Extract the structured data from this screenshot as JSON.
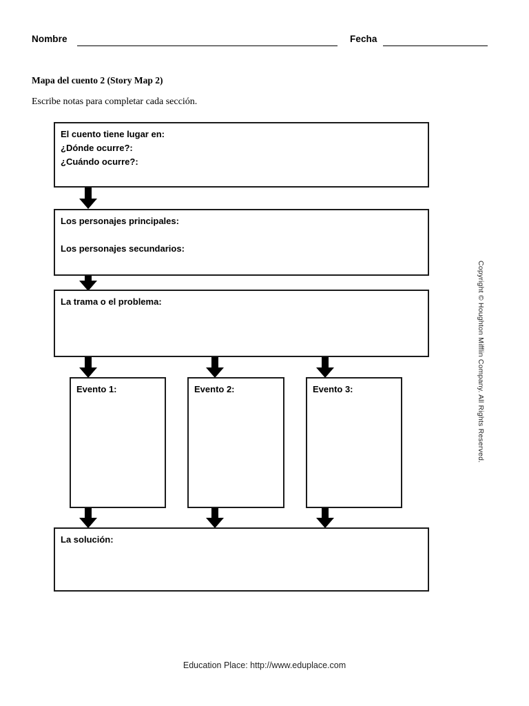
{
  "header": {
    "name_label": "Nombre",
    "date_label": "Fecha"
  },
  "title": "Mapa del cuento 2 (Story Map 2)",
  "instructions": "Escribe notas para completar cada sección.",
  "boxes": {
    "setting": {
      "lines": [
        "El cuento tiene lugar en:",
        "¿Dónde ocurre?:",
        "¿Cuándo ocurre?:"
      ]
    },
    "characters": {
      "lines": [
        "Los personajes principales:",
        "Los personajes secundarios:"
      ]
    },
    "plot": {
      "label": "La trama o el problema:"
    },
    "events": [
      {
        "label": "Evento 1:"
      },
      {
        "label": "Evento 2:"
      },
      {
        "label": "Evento 3:"
      }
    ],
    "solution": {
      "label": "La solución:"
    }
  },
  "copyright": "Copyright © Houghton Mifflin Company. All Rights Reserved.",
  "footer": "Education Place: http://www.eduplace.com",
  "colors": {
    "ink": "#000000",
    "border": "#1a1a1a",
    "paper": "#ffffff"
  }
}
